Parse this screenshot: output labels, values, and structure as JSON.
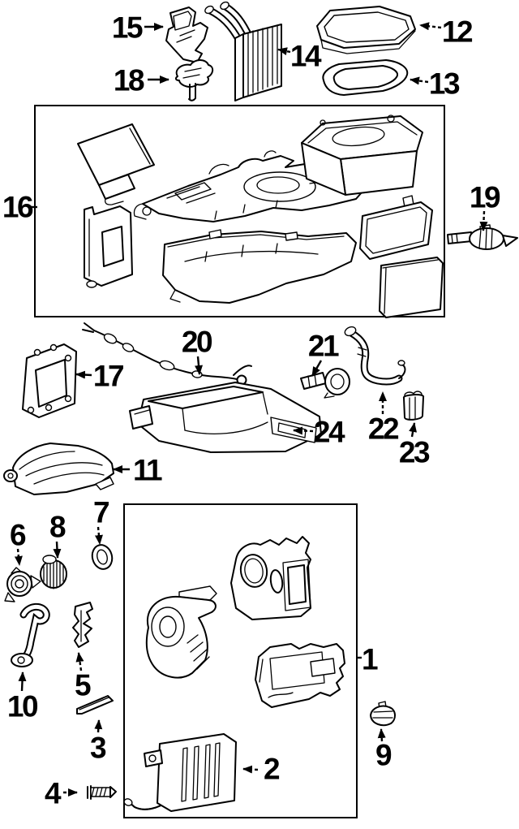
{
  "figure": {
    "ink_color": "#000000",
    "paper_color": "#ffffff",
    "callouts": [
      {
        "num": "1"
      },
      {
        "num": "2"
      },
      {
        "num": "3"
      },
      {
        "num": "4"
      },
      {
        "num": "5"
      },
      {
        "num": "6"
      },
      {
        "num": "7"
      },
      {
        "num": "8"
      },
      {
        "num": "9"
      },
      {
        "num": "10"
      },
      {
        "num": "11"
      },
      {
        "num": "12"
      },
      {
        "num": "13"
      },
      {
        "num": "14"
      },
      {
        "num": "15"
      },
      {
        "num": "16"
      },
      {
        "num": "17"
      },
      {
        "num": "18"
      },
      {
        "num": "19"
      },
      {
        "num": "20"
      },
      {
        "num": "21"
      },
      {
        "num": "22"
      },
      {
        "num": "23"
      },
      {
        "num": "24"
      }
    ]
  }
}
